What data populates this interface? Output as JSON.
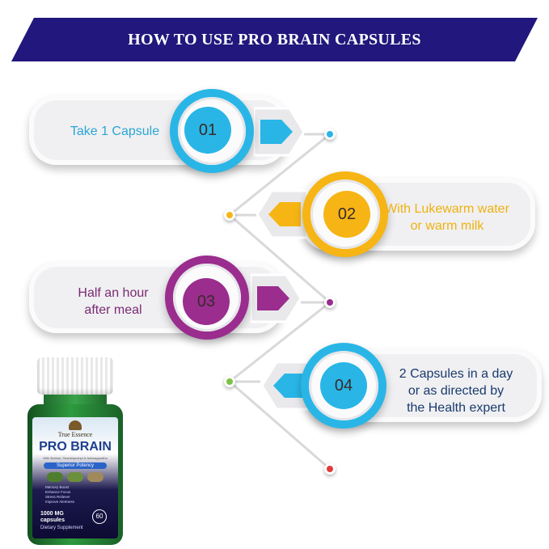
{
  "header": {
    "title": "HOW TO USE PRO BRAIN CAPSULES"
  },
  "colors": {
    "banner": "#21177c",
    "step1": "#29b6e6",
    "step2": "#f6b514",
    "step3": "#9a2d8e",
    "step4": "#29b6e6",
    "connector": "#d9d9dc",
    "text_blue": "#2ba6d6",
    "text_yellow": "#efb10f",
    "text_purple": "#7a2a74",
    "text_navy": "#1a3a6e"
  },
  "steps": [
    {
      "number": "01",
      "line1": "Take 1 Capsule",
      "line2": "",
      "icon": "right-arrow-icon"
    },
    {
      "number": "02",
      "line1": "With Lukewarm water",
      "line2": "or warm milk",
      "icon": "left-arrow-icon"
    },
    {
      "number": "03",
      "line1": "Half an hour",
      "line2": "after meal",
      "icon": "right-arrow-icon"
    },
    {
      "number": "04",
      "line1": "2 Capsules in a day",
      "line2": "or as directed by",
      "line3": "the Health expert",
      "icon": "left-arrow-icon"
    }
  ],
  "product": {
    "brand": "True Essence",
    "name": "PRO BRAIN",
    "sub": "With Brahmi, Shankhpushpi & Ashwagandha",
    "potency": "Superior Potency",
    "benefits": [
      "Memory Boost",
      "Enhance Focus",
      "Stress Reliever",
      "Improve Alertness"
    ],
    "dose_line1": "1000 MG",
    "dose_line2": "capsules",
    "count": "60",
    "type": "Dietary Supplement"
  }
}
